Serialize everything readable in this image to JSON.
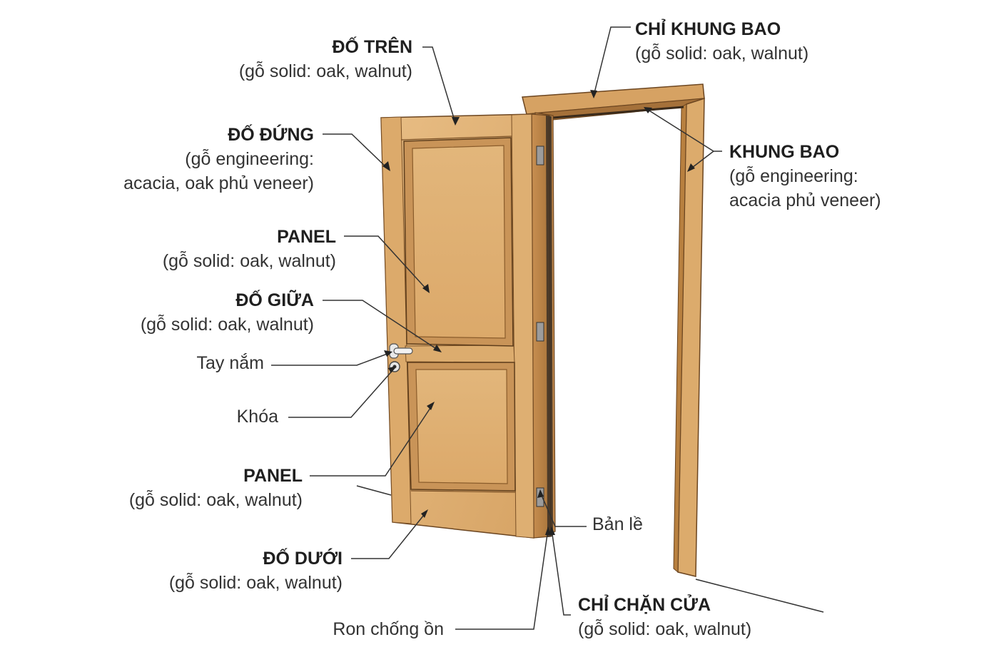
{
  "colors": {
    "wood_light": "#e3b57a",
    "wood_mid": "#d19d5c",
    "wood_dark": "#b07a3d",
    "wood_shadow": "#8c5a27",
    "frame_top": "#c89055",
    "gasket": "#2e2a26",
    "hinge": "#9a9a9a",
    "leader_line": "#333333",
    "text": "#2b2b2b"
  },
  "labels": {
    "do_tren": {
      "title": "ĐỐ TRÊN",
      "sub": "(gỗ solid: oak, walnut)"
    },
    "do_dung": {
      "title": "ĐỐ ĐỨNG",
      "sub1": "(gỗ engineering:",
      "sub2": "acacia, oak phủ veneer)"
    },
    "panel_top": {
      "title": "PANEL",
      "sub": "(gỗ solid: oak, walnut)"
    },
    "do_giua": {
      "title": "ĐỐ GIỮA",
      "sub": "(gỗ solid: oak, walnut)"
    },
    "tay_nam": {
      "title": "Tay nắm"
    },
    "khoa": {
      "title": "Khóa"
    },
    "panel_bottom": {
      "title": "PANEL",
      "sub": "(gỗ solid: oak, walnut)"
    },
    "do_duoi": {
      "title": "ĐỐ DƯỚI",
      "sub": "(gỗ solid: oak, walnut)"
    },
    "ron_chong_on": {
      "title": "Ron chống ồn"
    },
    "chi_khung_bao": {
      "title": "CHỈ KHUNG BAO",
      "sub": "(gỗ solid: oak, walnut)"
    },
    "khung_bao": {
      "title": "KHUNG BAO",
      "sub1": "(gỗ engineering:",
      "sub2": "acacia phủ veneer)"
    },
    "ban_le": {
      "title": "Bản lề"
    },
    "chi_chan_cua": {
      "title": "CHỈ CHẶN CỬA",
      "sub": "(gỗ solid: oak, walnut)"
    }
  }
}
